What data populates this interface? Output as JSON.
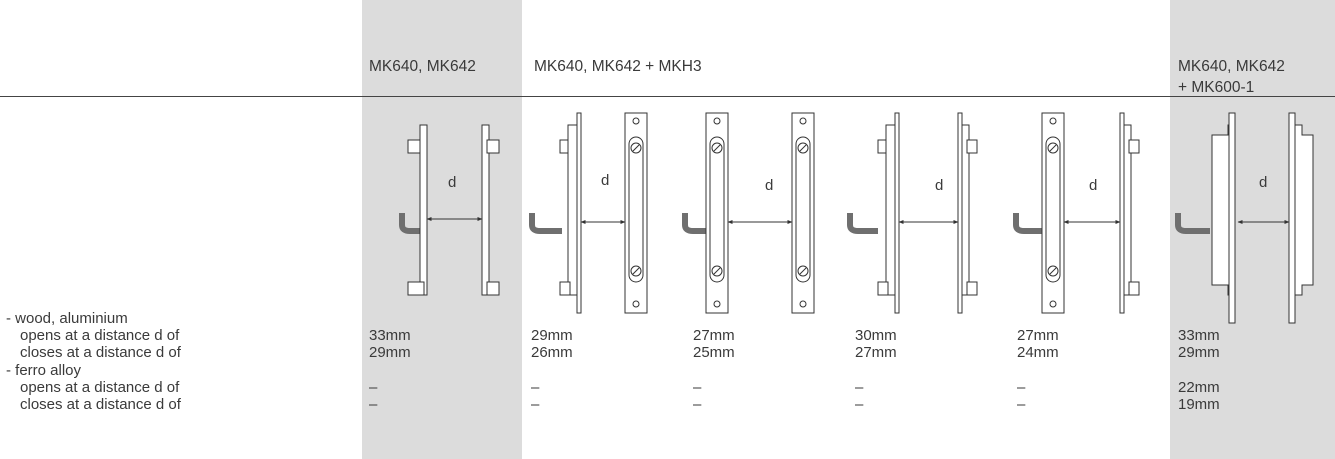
{
  "headers": {
    "col1": "MK640, MK642",
    "col2": "MK640, MK642 + MKH3",
    "col7_line1": "MK640, MK642",
    "col7_line2": "+ MK600-1"
  },
  "distance_symbol": "d",
  "row_labels": [
    "- wood, aluminium",
    "opens at a distance d of",
    "closes at a distance d of",
    "- ferro alloy",
    "opens at a distance d of",
    "closes at a distance d of"
  ],
  "values": {
    "wood_opens": [
      "33mm",
      "29mm",
      "27mm",
      "30mm",
      "27mm",
      "33mm"
    ],
    "wood_closes": [
      "29mm",
      "26mm",
      "25mm",
      "27mm",
      "24mm",
      "29mm"
    ],
    "ferro_opens": [
      "–",
      "–",
      "–",
      "–",
      "–",
      "22mm"
    ],
    "ferro_closes": [
      "–",
      "–",
      "–",
      "–",
      "–",
      "19mm"
    ]
  },
  "colors": {
    "shade": "#dcdcdc",
    "cable": "#6f6f6f",
    "line": "#333333"
  }
}
